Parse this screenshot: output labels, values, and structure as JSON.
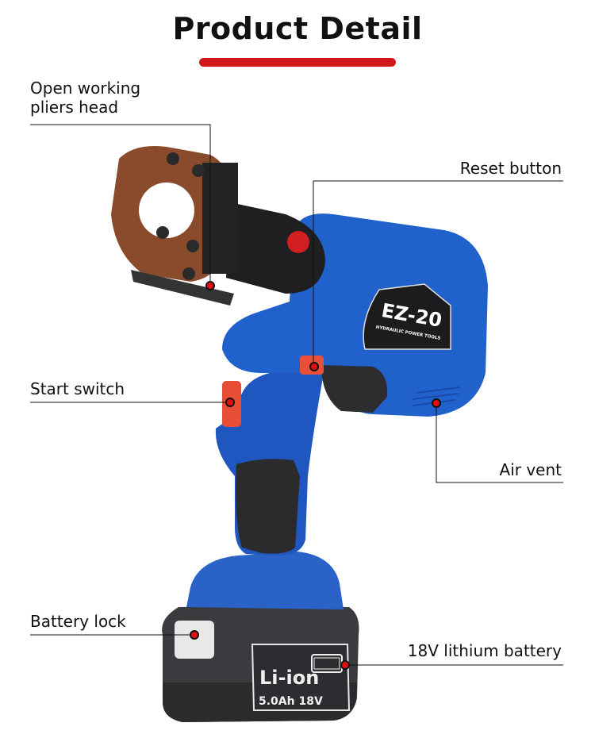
{
  "title": "Product Detail",
  "accent_color": "#d0181c",
  "labels": {
    "pliers_head": [
      "Open working",
      "pliers head"
    ],
    "reset_button": "Reset button",
    "start_switch": "Start switch",
    "air_vent": "Air vent",
    "battery_lock": "Battery lock",
    "battery": "18V lithium battery"
  },
  "product": {
    "model": "EZ-20",
    "model_subtitle": "HYDRAULIC POWER TOOLS",
    "battery_type": "Li-ion",
    "battery_spec": "5.0Ah 18V"
  }
}
